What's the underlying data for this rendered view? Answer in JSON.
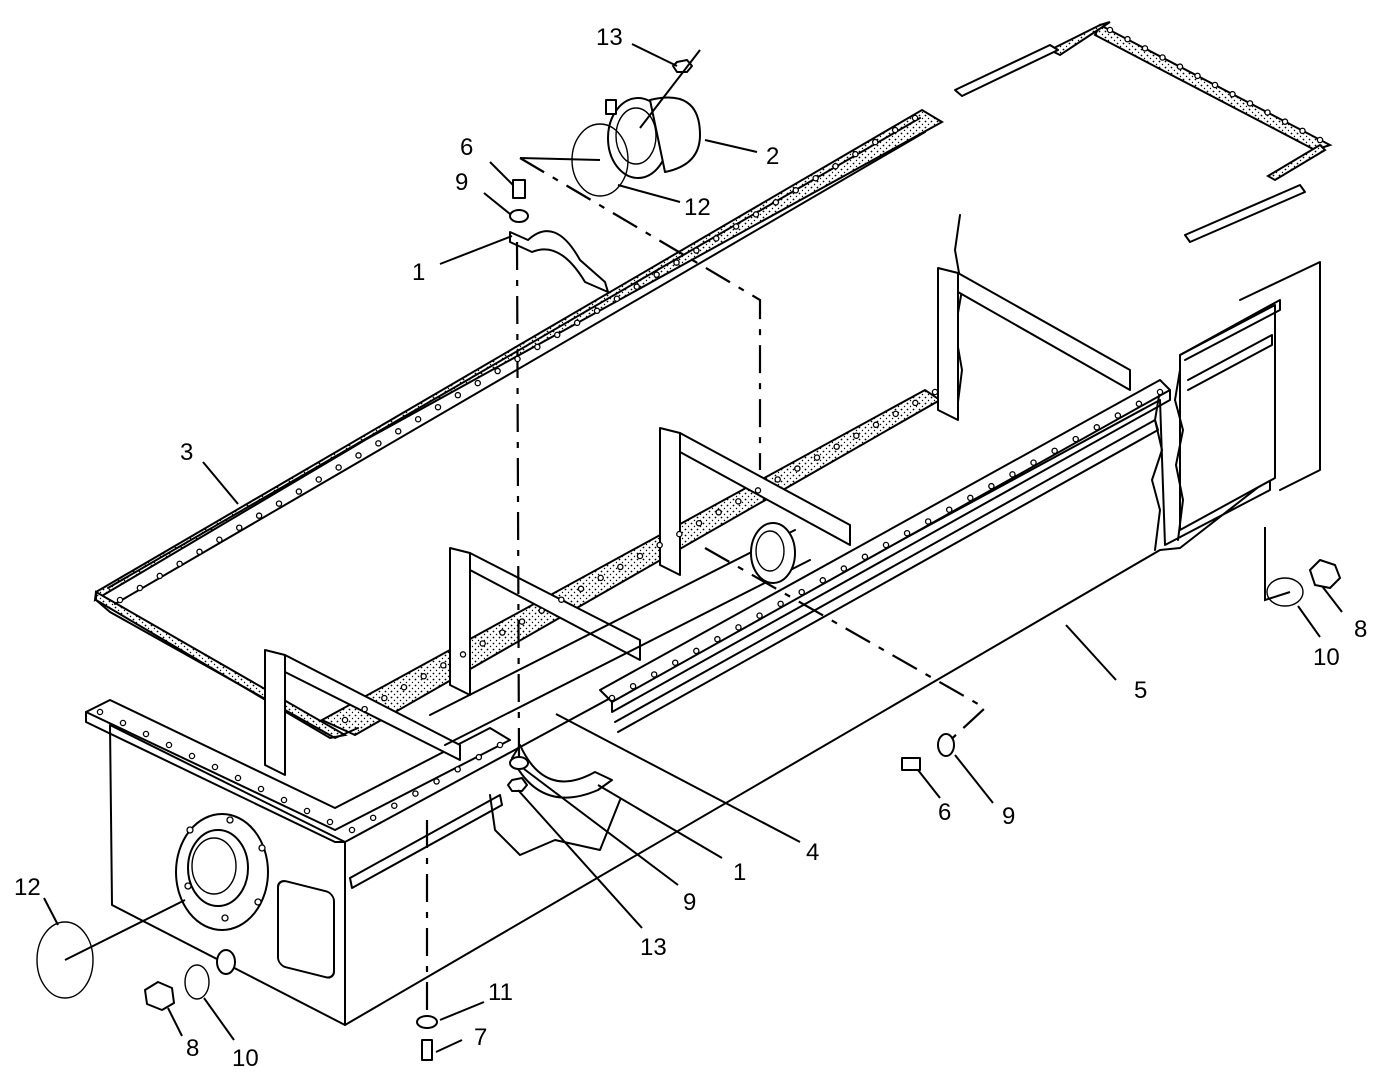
{
  "diagram": {
    "callouts": [
      {
        "id": "c13a",
        "text": "13"
      },
      {
        "id": "c2",
        "text": "2"
      },
      {
        "id": "c12a",
        "text": "12"
      },
      {
        "id": "c6a",
        "text": "6"
      },
      {
        "id": "c9a",
        "text": "9"
      },
      {
        "id": "c1a",
        "text": "1"
      },
      {
        "id": "c3",
        "text": "3"
      },
      {
        "id": "c8a",
        "text": "8"
      },
      {
        "id": "c10a",
        "text": "10"
      },
      {
        "id": "c5",
        "text": "5"
      },
      {
        "id": "c6b",
        "text": "6"
      },
      {
        "id": "c9b",
        "text": "9"
      },
      {
        "id": "c4",
        "text": "4"
      },
      {
        "id": "c1b",
        "text": "1"
      },
      {
        "id": "c9c",
        "text": "9"
      },
      {
        "id": "c13b",
        "text": "13"
      },
      {
        "id": "c12b",
        "text": "12"
      },
      {
        "id": "c11",
        "text": "11"
      },
      {
        "id": "c7",
        "text": "7"
      },
      {
        "id": "c8b",
        "text": "8"
      },
      {
        "id": "c10b",
        "text": "10"
      }
    ]
  }
}
